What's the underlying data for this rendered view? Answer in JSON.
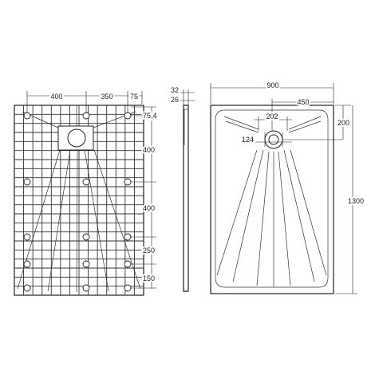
{
  "bottom_view": {
    "dims_top": [
      "400",
      "350",
      "75"
    ],
    "dims_right": [
      "75,4",
      "400",
      "400",
      "250",
      "150"
    ]
  },
  "side_view": {
    "dims": [
      "32",
      "26"
    ]
  },
  "top_view": {
    "dims": [
      "900",
      "450",
      "202",
      "200",
      "124",
      "1300"
    ]
  }
}
